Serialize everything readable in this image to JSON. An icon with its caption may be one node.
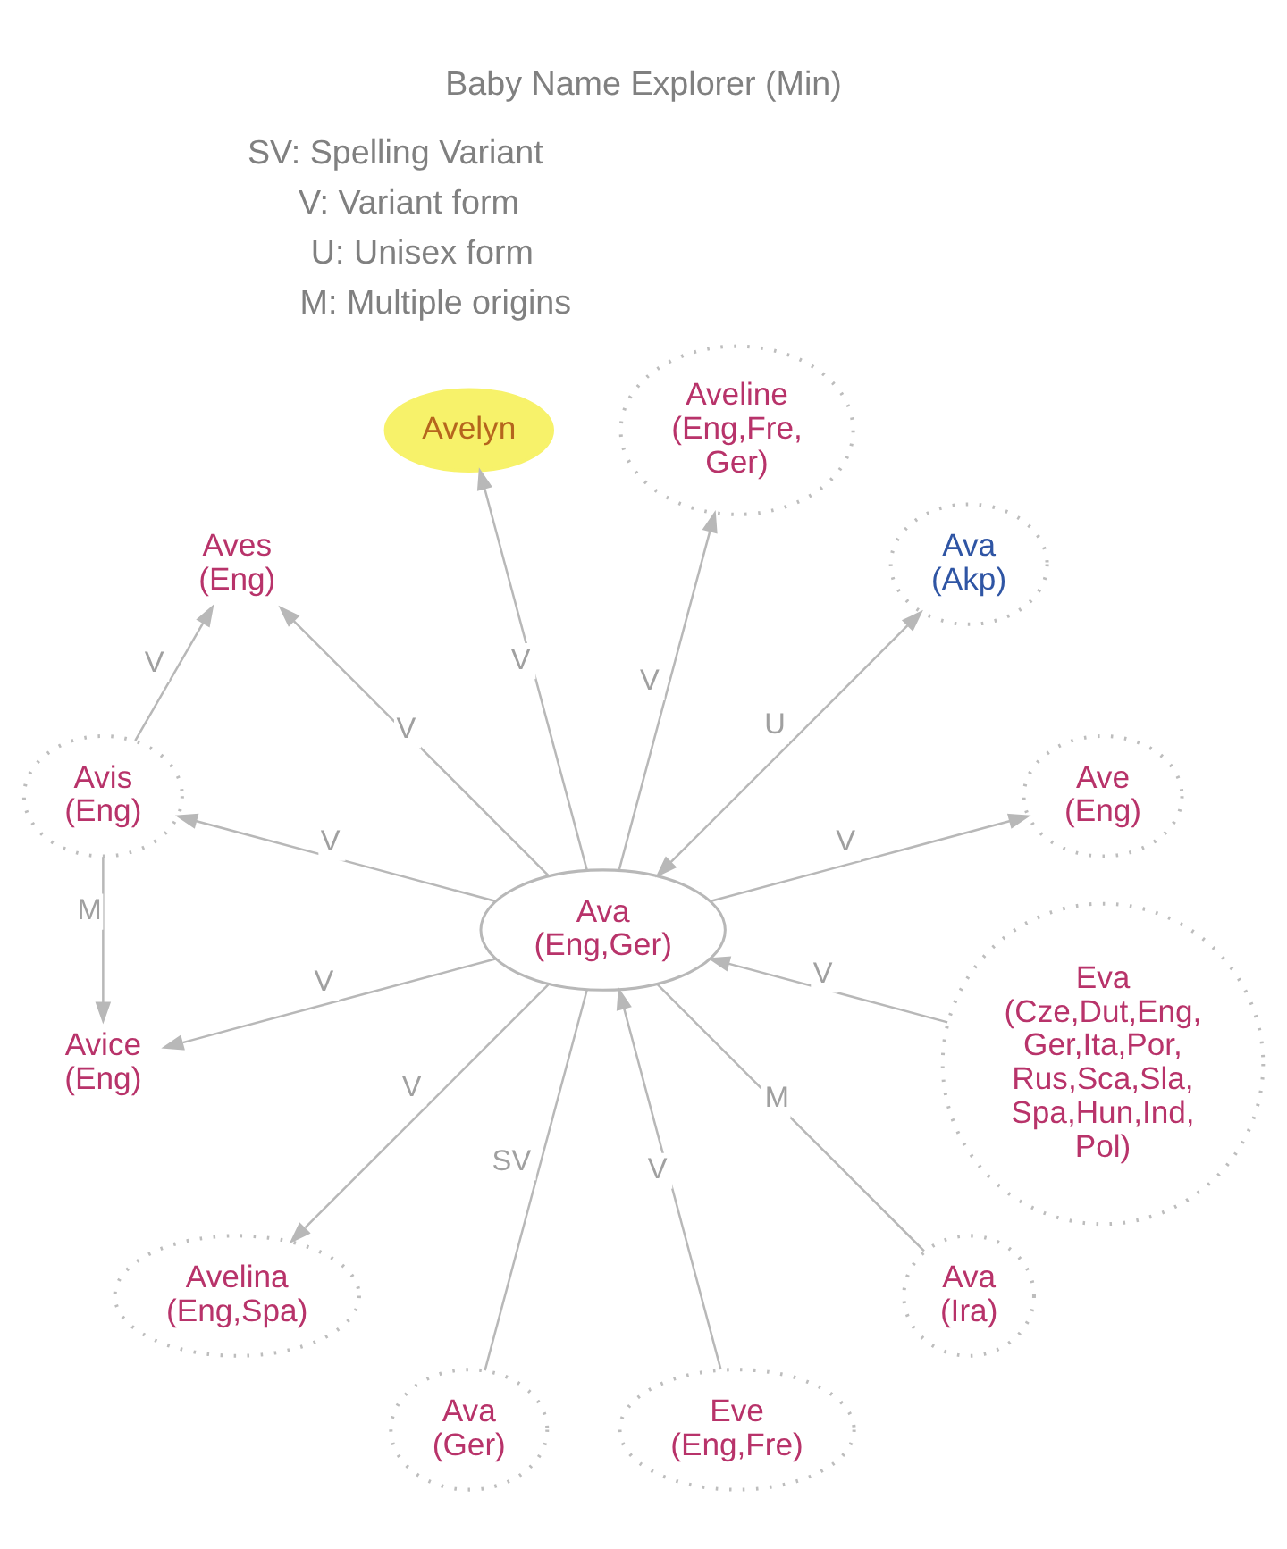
{
  "diagram": {
    "title": "Baby Name Explorer (Min)",
    "nodes": [
      {
        "text": [
          "Avelyn"
        ]
      },
      {
        "text": [
          "Eve",
          "(Eng,Fre)"
        ]
      },
      {
        "text": [
          "Ava",
          "(Ira)"
        ]
      },
      {
        "text": [
          "Aveline",
          "(Eng,Fre, Ger)"
        ]
      },
      {
        "text": [
          "Ava",
          "(Akp)"
        ]
      },
      {
        "text": [
          "Aves",
          "(Eng)"
        ]
      },
      {
        "text": [
          "Ava",
          "(Eng,Ger)"
        ]
      },
      {
        "text": [
          "Avis",
          "(Eng)"
        ]
      },
      {
        "text": [
          "Ave",
          "(Eng)"
        ]
      },
      {
        "text": [
          "Avelina",
          "(Eng,Spa)"
        ]
      },
      {
        "text": [
          "Avice",
          "(Eng)"
        ]
      },
      {
        "text": [
          "Ava",
          "(Ger)"
        ]
      },
      {
        "text": [
          "Eva",
          "(Cze,Dut,Eng, Ger,Ita,Por, Rus,Sca,Sla, Spa,Hun,Ind, Pol)"
        ]
      }
    ],
    "edges": [
      {
        "from": 6,
        "to": 0,
        "arrow": "to",
        "label": "V"
      },
      {
        "from": 1,
        "to": 6,
        "arrow": "to",
        "label": "V"
      },
      {
        "from": 2,
        "to": 6,
        "arrow": "none",
        "label": "M"
      },
      {
        "from": 6,
        "to": 3,
        "arrow": "to",
        "label": "V"
      },
      {
        "from": 6,
        "to": 4,
        "arrow": "both",
        "label": "U"
      },
      {
        "from": 6,
        "to": 5,
        "arrow": "to",
        "label": "V"
      },
      {
        "from": 7,
        "to": 5,
        "arrow": "to",
        "label": "V"
      },
      {
        "from": 6,
        "to": 7,
        "arrow": "to",
        "label": "V"
      },
      {
        "from": 6,
        "to": 9,
        "arrow": "to",
        "label": "V"
      },
      {
        "from": 7,
        "to": 10,
        "arrow": "to",
        "label": "M"
      },
      {
        "from": 11,
        "to": 6,
        "arrow": "none",
        "label": "SV"
      },
      {
        "from": 6,
        "to": 8,
        "arrow": "to",
        "label": "V"
      },
      {
        "from": 6,
        "to": 10,
        "arrow": "to",
        "label": "V"
      },
      {
        "from": 12,
        "to": 6,
        "arrow": "to",
        "label": "V"
      }
    ],
    "labels": [
      "SV: Spelling Variant",
      "V: Variant form",
      "U: Unisex form",
      "M: Multiple origins"
    ]
  }
}
